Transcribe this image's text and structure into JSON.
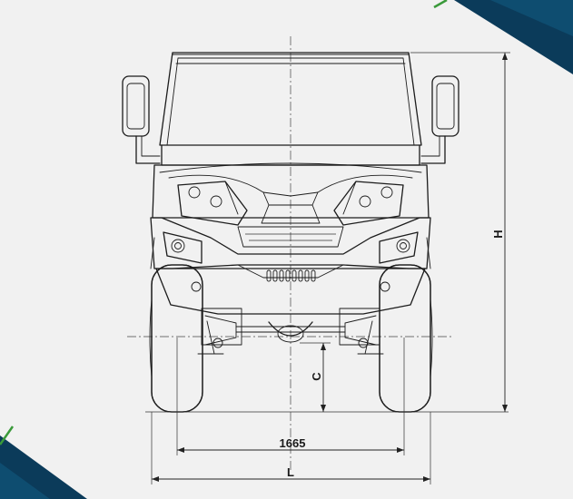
{
  "dimensions": {
    "track_width": "1665",
    "overall_length": "L",
    "overall_height": "H",
    "ground_clearance": "C"
  },
  "colors": {
    "background": "#ebebeb",
    "panel": "#f1f1f1",
    "accent_navy": "#0b3b5a",
    "accent_green": "#3a9a3a",
    "line": "#1c1c1c"
  }
}
